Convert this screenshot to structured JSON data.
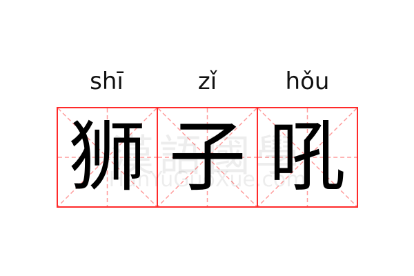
{
  "entries": [
    {
      "pinyin": "shī",
      "char": "狮"
    },
    {
      "pinyin": "zǐ",
      "char": "子"
    },
    {
      "pinyin": "hǒu",
      "char": "吼"
    }
  ],
  "watermark": {
    "chars": "漢語國學",
    "text": "HanYuGuoXue.com"
  },
  "colors": {
    "border": "#ff2a2a",
    "guide": "#ff9c9c"
  }
}
